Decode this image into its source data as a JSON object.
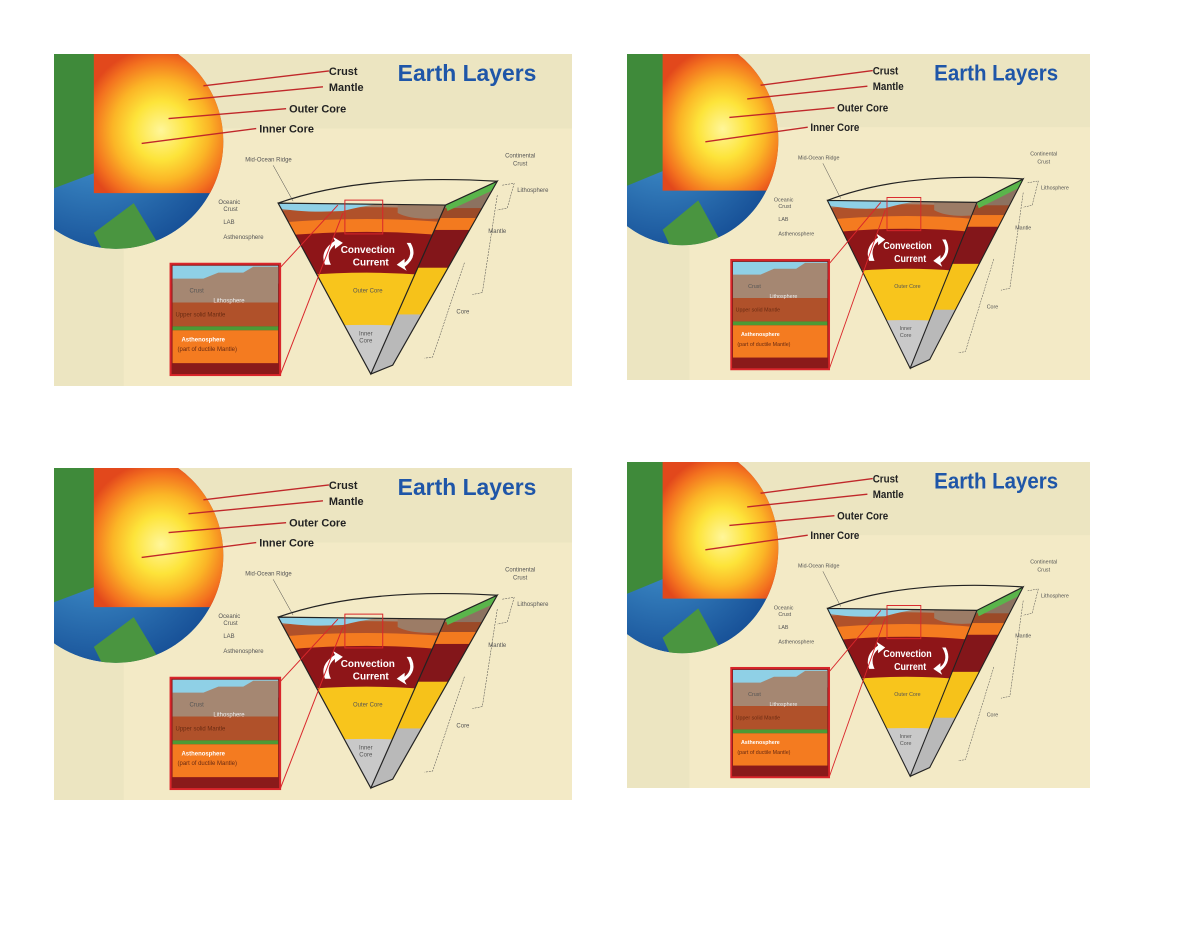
{
  "diagram": {
    "title": "Earth Layers",
    "globe_labels": {
      "crust": "Crust",
      "mantle": "Mantle",
      "outer_core": "Outer Core",
      "inner_core": "Inner Core"
    },
    "section_labels": {
      "mid_ocean_ridge": "Mid-Ocean Ridge",
      "continental_crust_1": "Continental",
      "continental_crust_2": "Crust",
      "lithosphere": "Lithosphere",
      "oceanic_crust_1": "Oceanic",
      "oceanic_crust_2": "Crust",
      "lab": "LAB",
      "asthenosphere": "Asthenosphere",
      "mantle": "Mantle",
      "convection_1": "Convection",
      "convection_2": "Current",
      "outer_core": "Outer Core",
      "core": "Core",
      "inner_core_1": "Inner",
      "inner_core_2": "Core"
    },
    "inset_labels": {
      "crust": "Crust",
      "lithosphere": "Lithosphere",
      "upper_mantle": "Upper solid Mantle",
      "asthenosphere": "Asthenosphere",
      "ductile": "(part of ductile Mantle)"
    },
    "colors": {
      "title": "#1f56a8",
      "background": "#efe6c4",
      "inset_border": "#d9262b"
    }
  },
  "copies": 4
}
